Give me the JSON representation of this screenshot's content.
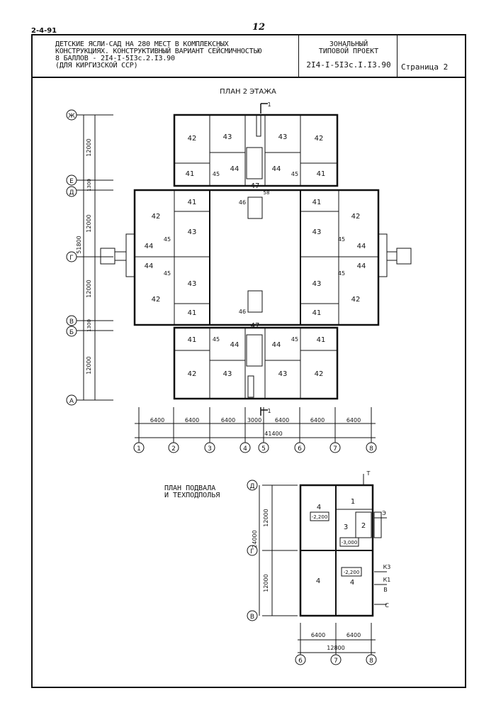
{
  "sheet_code": "2-4-91",
  "page_number": "12",
  "header": {
    "title_lines": [
      "ДЕТСКИЕ ЯСЛИ-САД НА 280 МЕСТ В КОМПЛЕКСНЫХ",
      "КОНСТРУКЦИЯХ. КОНСТРУКТИВНЫЙ ВАРИАНТ СЕЙСМИЧНОСТЬЮ",
      "8 БАЛЛОВ - 2I4-I-5I3с.2.I3.90",
      "(ДЛЯ КИРГИЗСКОЙ ССР)"
    ],
    "project_lines": [
      "ЗОНАЛЬНЫЙ",
      "ТИПОВОЙ ПРОЕКТ"
    ],
    "project_code": "2I4-I-5I3с.I.I3.90",
    "page_label": "Страница  2"
  },
  "plan2": {
    "title": "ПЛАН 2 ЭТАЖА",
    "row_axes": [
      "Ж",
      "Е",
      "Д",
      "Г",
      "В",
      "Б",
      "А"
    ],
    "left_dims": [
      "12000",
      "1300",
      "12000",
      "12000",
      "1300",
      "12000"
    ],
    "left_total": "51800",
    "col_axes": [
      "1",
      "2",
      "3",
      "4",
      "5",
      "6",
      "7",
      "8"
    ],
    "col_dims": [
      "6400",
      "6400",
      "6400",
      "3000",
      "6400",
      "6400",
      "6400"
    ],
    "col_total": "41400",
    "section_mark": "1",
    "rooms": {
      "r42": "42",
      "r43": "43",
      "r41": "41",
      "r44": "44",
      "r45": "45",
      "r46": "46",
      "r47": "47",
      "r58": "58"
    }
  },
  "basement": {
    "title_lines": [
      "ПЛАН ПОДВАЛА",
      "И ТЕХПОДПОЛЬЯ"
    ],
    "row_axes": [
      "Д",
      "Г",
      "В"
    ],
    "left_dims": [
      "12000",
      "12000"
    ],
    "left_total": "24000",
    "col_axes": [
      "6",
      "7",
      "8"
    ],
    "col_dims": [
      "6400",
      "6400"
    ],
    "col_total": "12800",
    "rooms": [
      "1",
      "2",
      "3",
      "4",
      "4",
      "4"
    ],
    "levels": [
      "-2,200",
      "-3,000",
      "-2,200"
    ],
    "marks": [
      "Т",
      "Э",
      "К3",
      "К1",
      "В",
      "С"
    ]
  }
}
